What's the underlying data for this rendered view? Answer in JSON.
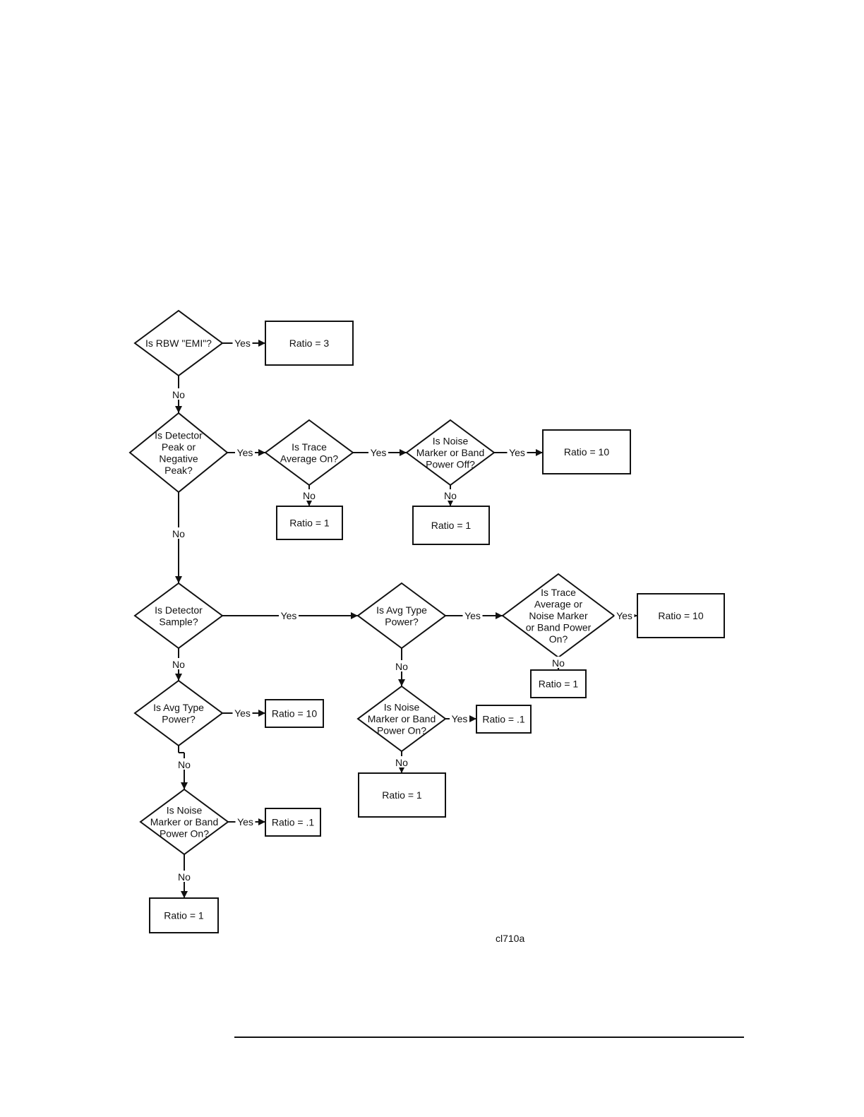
{
  "figure_id": "cl710a",
  "decisions": {
    "rbw_emi": [
      "Is RBW \"EMI\"?"
    ],
    "det_peak": [
      "Is Detector",
      "Peak or",
      "Negative",
      "Peak?"
    ],
    "trace_avg": [
      "Is Trace",
      "Average On?"
    ],
    "noise_off": [
      "Is Noise",
      "Marker or Band",
      "Power Off?"
    ],
    "det_sample": [
      "Is Detector",
      "Sample?"
    ],
    "avg_power_r": [
      "Is Avg Type",
      "Power?"
    ],
    "trace_or_noise": [
      "Is Trace",
      "Average or",
      "Noise Marker",
      "or Band Power",
      "On?"
    ],
    "noise_on_r": [
      "Is Noise",
      "Marker or Band",
      "Power On?"
    ],
    "avg_power_l": [
      "Is Avg Type",
      "Power?"
    ],
    "noise_on_l": [
      "Is Noise",
      "Marker or Band",
      "Power On?"
    ]
  },
  "results": {
    "r_emi": "Ratio = 3",
    "r_noise_off_yes": "Ratio = 10",
    "r_trace_no": "Ratio = 1",
    "r_noise_off_no": "Ratio = 1",
    "r_trace_noise_yes": "Ratio = 10",
    "r_trace_noise_no": "Ratio = 1",
    "r_avg_l_yes": "Ratio = 10",
    "r_noise_r_yes": "Ratio = .1",
    "r_noise_r_no": "Ratio = 1",
    "r_noise_l_yes": "Ratio = .1",
    "r_noise_l_no": "Ratio = 1"
  },
  "branch_labels": {
    "yes": "Yes",
    "no": "No"
  }
}
